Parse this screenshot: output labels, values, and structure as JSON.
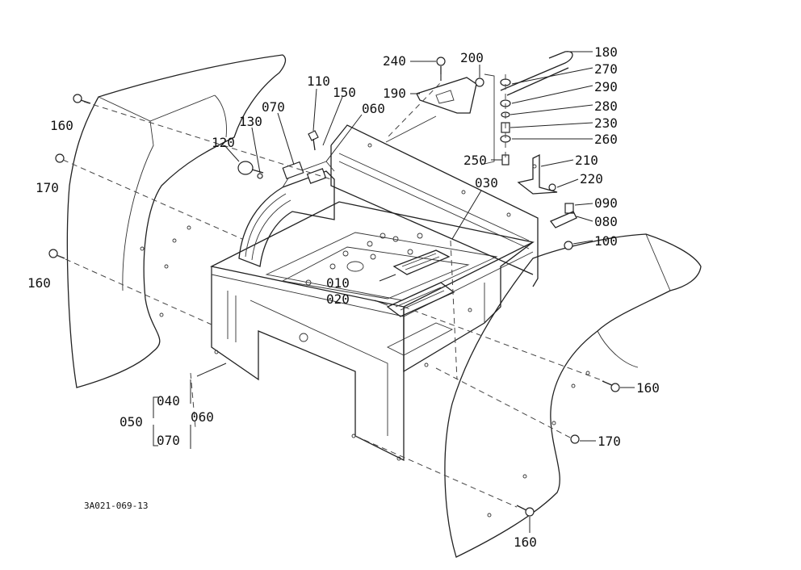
{
  "diagram": {
    "drawing_code": "3A021-069-13",
    "callouts": [
      {
        "id": "c180",
        "label": "180"
      },
      {
        "id": "c270",
        "label": "270"
      },
      {
        "id": "c290",
        "label": "290"
      },
      {
        "id": "c280",
        "label": "280"
      },
      {
        "id": "c230",
        "label": "230"
      },
      {
        "id": "c260",
        "label": "260"
      },
      {
        "id": "c250",
        "label": "250"
      },
      {
        "id": "c210",
        "label": "210"
      },
      {
        "id": "c220",
        "label": "220"
      },
      {
        "id": "c240",
        "label": "240"
      },
      {
        "id": "c200",
        "label": "200"
      },
      {
        "id": "c190",
        "label": "190"
      },
      {
        "id": "c110",
        "label": "110"
      },
      {
        "id": "c150",
        "label": "150"
      },
      {
        "id": "c070a",
        "label": "070"
      },
      {
        "id": "c060a",
        "label": "060"
      },
      {
        "id": "c130",
        "label": "130"
      },
      {
        "id": "c120",
        "label": "120"
      },
      {
        "id": "c160a",
        "label": "160"
      },
      {
        "id": "c170a",
        "label": "170"
      },
      {
        "id": "c160b",
        "label": "160"
      },
      {
        "id": "c030",
        "label": "030"
      },
      {
        "id": "c090",
        "label": "090"
      },
      {
        "id": "c080",
        "label": "080"
      },
      {
        "id": "c100",
        "label": "100"
      },
      {
        "id": "c010",
        "label": "010"
      },
      {
        "id": "c020",
        "label": "020"
      },
      {
        "id": "c160c",
        "label": "160"
      },
      {
        "id": "c170b",
        "label": "170"
      },
      {
        "id": "c160d",
        "label": "160"
      },
      {
        "id": "c040",
        "label": "040"
      },
      {
        "id": "c060b",
        "label": "060"
      },
      {
        "id": "c050",
        "label": "050"
      },
      {
        "id": "c070b",
        "label": "070"
      }
    ]
  }
}
